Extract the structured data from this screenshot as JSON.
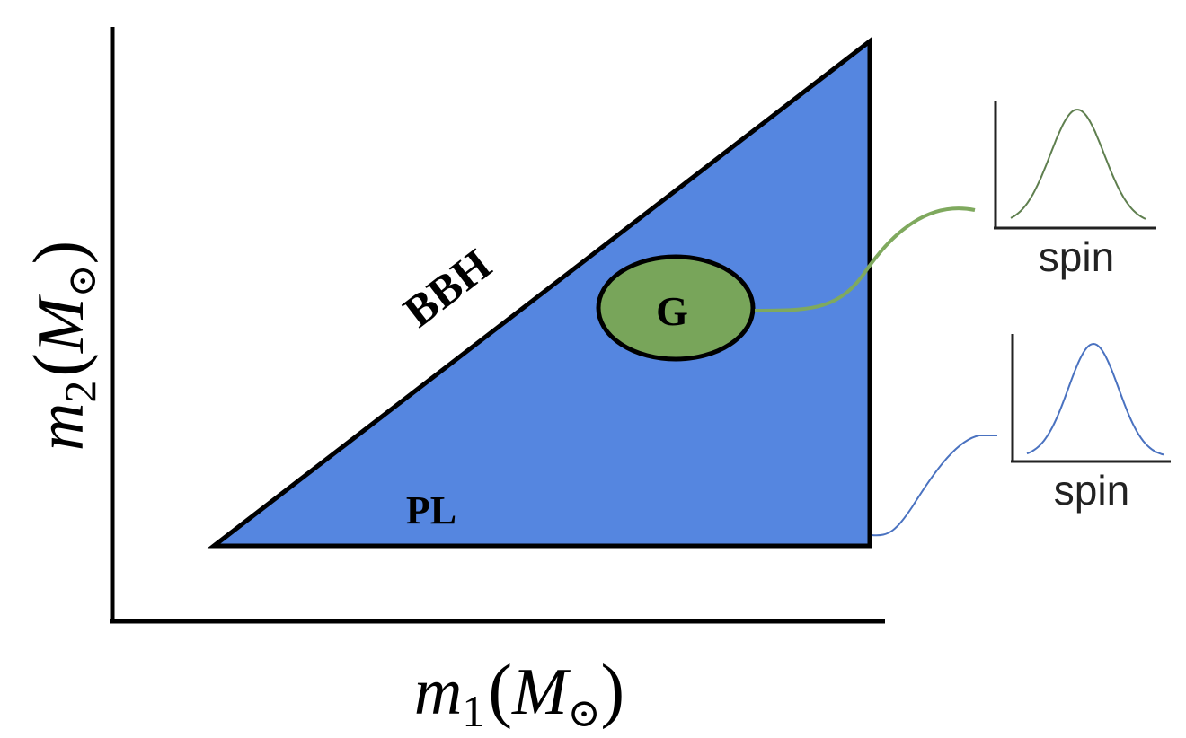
{
  "axes": {
    "x_label": {
      "var": "m",
      "sub": "1",
      "unit": "M",
      "unit_sub": "⊙"
    },
    "y_label": {
      "var": "m",
      "sub": "2",
      "unit": "M",
      "unit_sub": "⊙"
    }
  },
  "regions": {
    "bbh_label": "BBH",
    "pl_label": "PL",
    "gaussian_label": "G"
  },
  "insets": [
    {
      "id": "gaussian",
      "xlabel": "spin",
      "curve_color": "#5f7f4f"
    },
    {
      "id": "powerlaw",
      "xlabel": "spin",
      "curve_color": "#4a72c0"
    }
  ],
  "colors": {
    "triangle_fill": "#5586e0",
    "ellipse_fill": "#78a55a",
    "gauss_connector": "#7fa95e",
    "pl_connector": "#4a72c0",
    "axis": "#000000"
  }
}
